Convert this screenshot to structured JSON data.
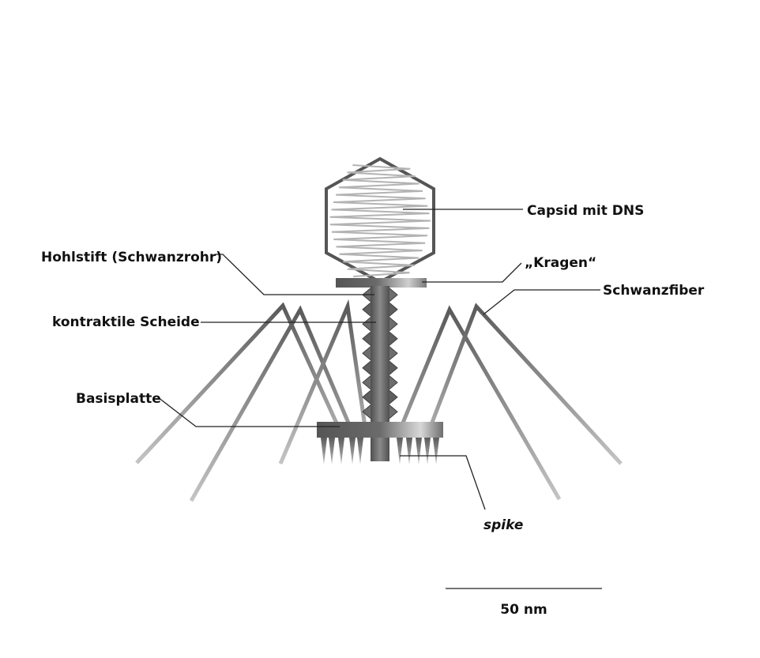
{
  "labels": {
    "capsid": "Capsid mit DNS",
    "hohlstift": "Hohlstift (Schwanzrohr)",
    "kragen": "„Kragen“",
    "schwanzfiber": "Schwanzfiber",
    "scheide": "kontraktile Scheide",
    "basisplatte": "Basisplatte",
    "spike": "spike"
  },
  "scale_bar": {
    "label": "50 nm"
  },
  "colors": {
    "outline": "#555555",
    "dna": "#b3b3b3",
    "fiber": "#6f6f6f",
    "leader": "#222222",
    "text": "#111111"
  }
}
